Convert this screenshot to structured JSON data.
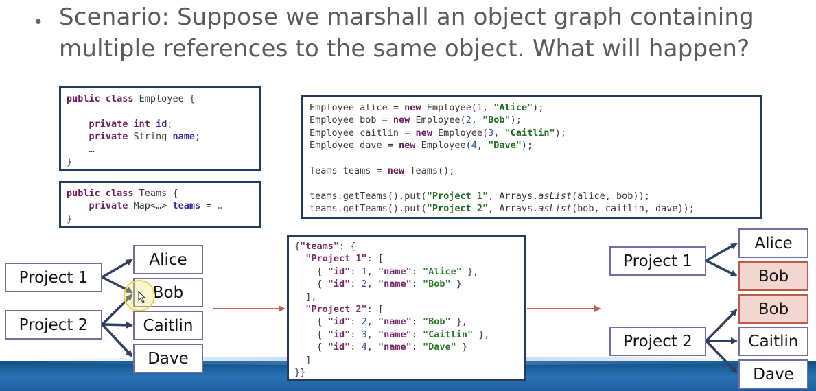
{
  "slide": {
    "bullet": "•",
    "heading_line1": "Scenario: Suppose we marshall an object graph containing",
    "heading_line2": "multiple references to the same object. What will happen?"
  },
  "employee_class": {
    "lines": [
      "public class Employee {",
      "",
      "    private int id;",
      "    private String name;",
      "    …",
      "}"
    ]
  },
  "teams_class": {
    "lines": [
      "public class Teams {",
      "    private Map<…> teams = …",
      "}"
    ]
  },
  "main_code": {
    "lines": [
      "Employee alice = new Employee(1, \"Alice\");",
      "Employee bob = new Employee(2, \"Bob\");",
      "Employee caitlin = new Employee(3, \"Caitlin\");",
      "Employee dave = new Employee(4, \"Dave\");",
      "",
      "Teams teams = new Teams();",
      "",
      "teams.getTeams().put(\"Project 1\", Arrays.asList(alice, bob));",
      "teams.getTeams().put(\"Project 2\", Arrays.asList(bob, caitlin, dave));"
    ]
  },
  "json_output": {
    "lines": [
      "{\"teams\": {",
      "  \"Project 1\": [",
      "    { \"id\": 1, \"name\": \"Alice\" },",
      "    { \"id\": 2, \"name\": \"Bob\" }",
      "  ],",
      "  \"Project 2\": [",
      "    { \"id\": 2, \"name\": \"Bob\" },",
      "    { \"id\": 3, \"name\": \"Caitlin\" },",
      "    { \"id\": 4, \"name\": \"Dave\" }",
      "  ]",
      "}}"
    ]
  },
  "left_graph": {
    "project1": "Project 1",
    "project2": "Project 2",
    "alice": "Alice",
    "bob": "Bob",
    "caitlin": "Caitlin",
    "dave": "Dave"
  },
  "right_graph": {
    "project1": "Project 1",
    "project2": "Project 2",
    "alice": "Alice",
    "bob1": "Bob",
    "bob2": "Bob",
    "caitlin": "Caitlin",
    "dave": "Dave"
  },
  "colors": {
    "box_border": "#24395f",
    "node_border": "#6f6fa5",
    "arrow": "#2f3f5e",
    "flow_arrow": "#c0624e",
    "duplicate_fill": "#f2d6cf",
    "footer": "#1c5d9b"
  }
}
